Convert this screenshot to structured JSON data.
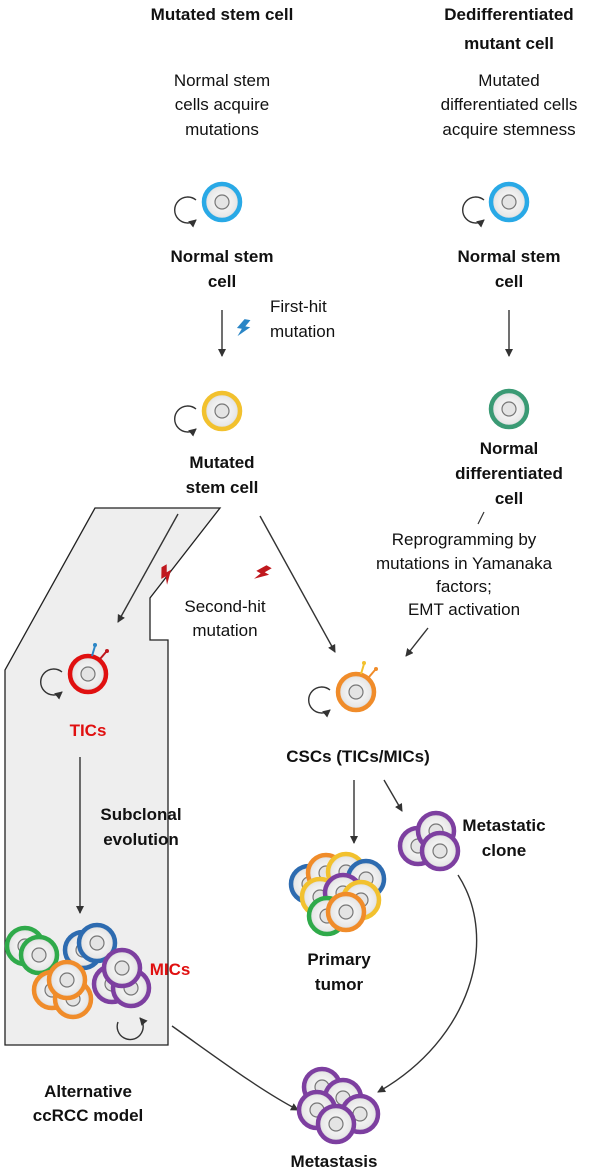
{
  "columns": {
    "left_title": "Mutated stem cell",
    "right_title_line1": "Dedifferentiated",
    "right_title_line2": "mutant cell",
    "left_desc": [
      "Normal stem",
      "cells acquire",
      "mutations"
    ],
    "right_desc": [
      "Mutated",
      "differentiated cells",
      "acquire stemness"
    ]
  },
  "nodes": {
    "normal_stem_left": [
      "Normal stem",
      "cell"
    ],
    "normal_stem_right": [
      "Normal stem",
      "cell"
    ],
    "mutated_stem": [
      "Mutated",
      "stem cell"
    ],
    "normal_diff": [
      "Normal",
      "differentiated",
      "cell"
    ],
    "tics": "TICs",
    "cscs": "CSCs (TICs/MICs)",
    "mics": "MICs",
    "metastatic_clone": [
      "Metastatic",
      "clone"
    ],
    "primary_tumor": [
      "Primary",
      "tumor"
    ],
    "metastasis": "Metastasis"
  },
  "annotations": {
    "first_hit": [
      "First-hit",
      "mutation"
    ],
    "second_hit": [
      "Second-hit",
      "mutation"
    ],
    "reprogramming": [
      "Reprogramming by",
      "mutations in Yamanaka",
      "factors;",
      "EMT activation"
    ],
    "subclonal": [
      "Subclonal",
      "evolution"
    ],
    "alt_model": [
      "Alternative",
      "ccRCC model"
    ]
  },
  "colors": {
    "stem_blue": "#29a9e6",
    "mutant_yellow": "#f2c12e",
    "diff_green": "#3a9a74",
    "tic_red": "#e01010",
    "csc_orange": "#f08c2a",
    "clone_purple": "#7d3fa0",
    "clone_green": "#2faa4a",
    "clone_blue": "#2d6bb0",
    "panel_gray": "#eeeeee",
    "arrow": "#333333",
    "lightning_blue": "#2b86c6",
    "lightning_red": "#c0181e"
  }
}
